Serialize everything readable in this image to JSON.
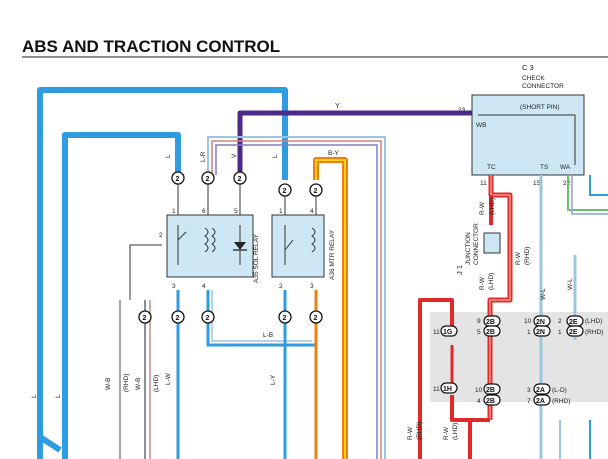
{
  "page": {
    "title": "ABS AND TRACTION CONTROL"
  },
  "check_connector": {
    "code": "C 3",
    "name_line1": "CHECK",
    "name_line2": "CONNECTOR",
    "short_pin": "(SHORT PIN)",
    "pin_wb": "WB",
    "pin_tc": "TC",
    "pin_ts": "TS",
    "pin_wa": "WA",
    "pin23": "23",
    "pin11": "11",
    "pin15": "15",
    "pin22": "22"
  },
  "junction_connector": {
    "code": "J 1",
    "line1": "JUNCTION",
    "line2": "CONNECTOR"
  },
  "relays": {
    "sol_relay_label": "A35 SOL RELAY",
    "mtr_relay_label": "A36 MTR RELAY"
  },
  "wire_labels": {
    "y": "Y",
    "l_left": "L",
    "l_r": "L-R",
    "v": "V",
    "b_y": "B-Y",
    "l": "L",
    "l_b": "L-B",
    "l_y": "L-Y",
    "l_w": "L-W",
    "w_b": "W-B",
    "r_w": "R-W",
    "w_l": "W-L",
    "lhd": "(LHD)",
    "rhd": "(RHD)",
    "l_d": "(L-D)"
  },
  "connectors": {
    "c2": "2",
    "c1g": "1G",
    "c1h": "1H",
    "c2b": "2B",
    "c2n": "2N",
    "c2e": "2E",
    "c2a": "2A"
  },
  "colors": {
    "blue": "#2f9be0",
    "purple": "#4b2a8a",
    "red": "#e02a2a",
    "orange": "#f07d10",
    "yellow": "#f3d21f",
    "light_blue": "#9cc6e0",
    "box_fill": "#cde8f4"
  }
}
